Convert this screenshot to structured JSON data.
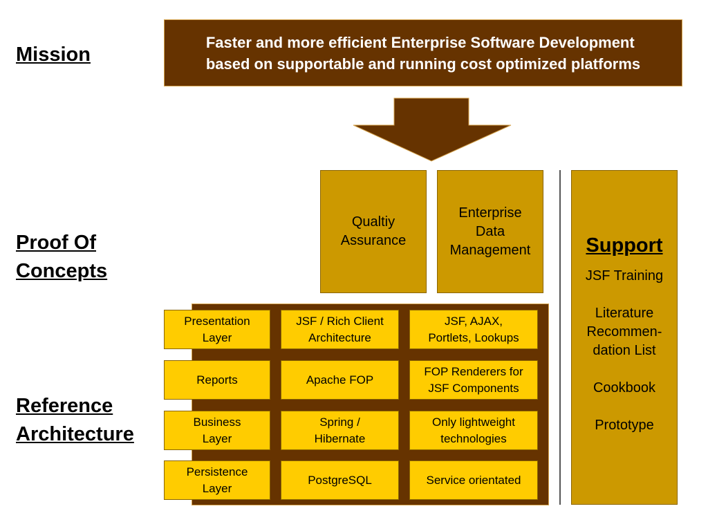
{
  "headings": {
    "mission": "Mission",
    "proof_of_concepts_line1": "Proof Of",
    "proof_of_concepts_line2": "Concepts",
    "reference_architecture_line1": "Reference",
    "reference_architecture_line2": "Architecture"
  },
  "mission": {
    "line1": "Faster and more efficient Enterprise Software Development",
    "line2": "based on supportable and running cost optimized platforms"
  },
  "proof_of_concepts": [
    {
      "lines": [
        "Qualtiy",
        "Assurance"
      ]
    },
    {
      "lines": [
        "Enterprise",
        "Data",
        "Management"
      ]
    }
  ],
  "support": {
    "title": "Support",
    "items": [
      [
        "JSF Training"
      ],
      [
        "Literature",
        "Recommen-",
        "dation List"
      ],
      [
        "Cookbook"
      ],
      [
        "Prototype"
      ]
    ]
  },
  "reference_architecture": {
    "rows": [
      [
        [
          "Presentation",
          "Layer"
        ],
        [
          "JSF / Rich Client",
          "Architecture"
        ],
        [
          "JSF, AJAX,",
          "Portlets, Lookups"
        ]
      ],
      [
        [
          "Reports"
        ],
        [
          "Apache FOP"
        ],
        [
          "FOP Renderers for",
          "JSF Components"
        ]
      ],
      [
        [
          "Business",
          "Layer"
        ],
        [
          "Spring /",
          "Hibernate"
        ],
        [
          "Only lightweight",
          "technologies"
        ]
      ],
      [
        [
          "Persistence",
          "Layer"
        ],
        [
          "PostgreSQL"
        ],
        [
          "Service orientated"
        ]
      ]
    ]
  },
  "colors": {
    "dark_brown": "#663300",
    "gold": "#cc9900",
    "yellow": "#ffcc00"
  }
}
